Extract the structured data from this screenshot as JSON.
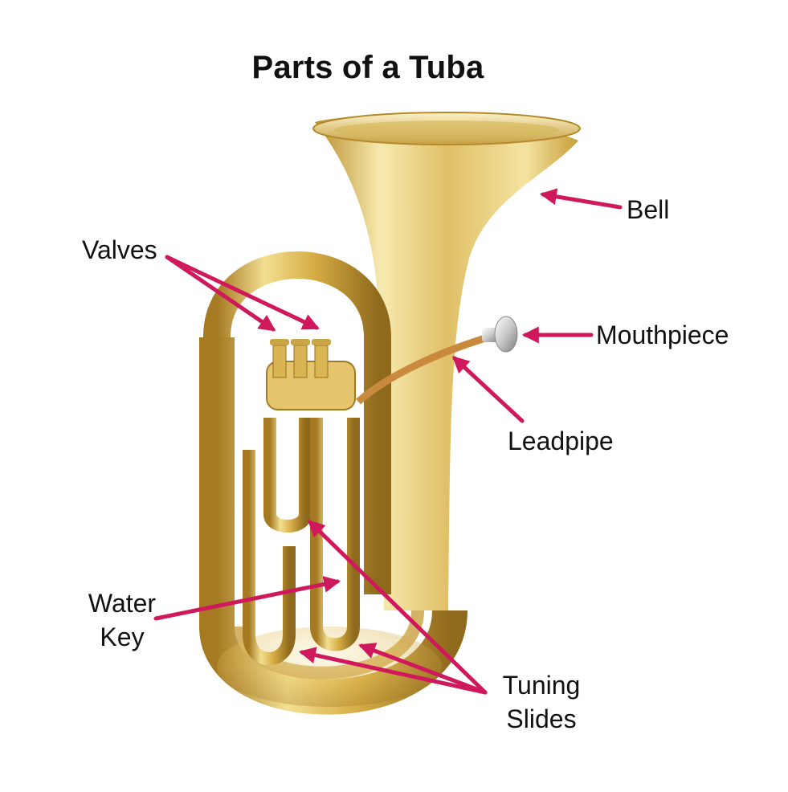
{
  "title": "Parts of a Tuba",
  "labels": {
    "bell": "Bell",
    "valves": "Valves",
    "mouthpiece": "Mouthpiece",
    "leadpipe": "Leadpipe",
    "water_key_line1": "Water",
    "water_key_line2": "Key",
    "tuning_slides_line1": "Tuning",
    "tuning_slides_line2": "Slides"
  },
  "colors": {
    "arrow": "#d0185c",
    "brass_light": "#f6e7a2",
    "brass_mid": "#d9b450",
    "brass_dark": "#9c7420",
    "text": "#111111"
  }
}
